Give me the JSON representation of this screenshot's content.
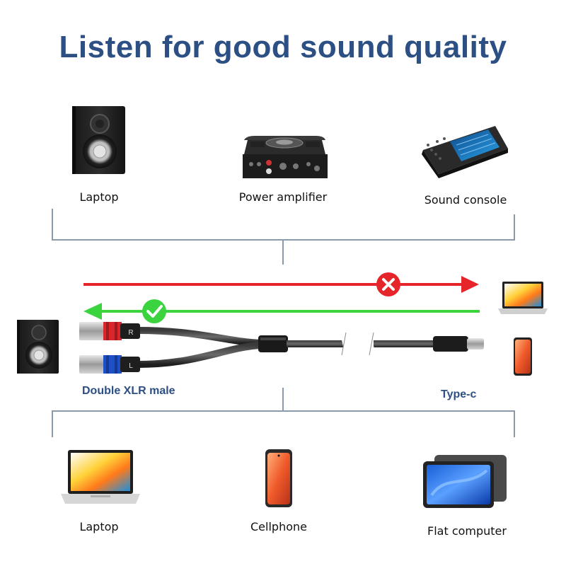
{
  "title": "Listen for good sound quality",
  "top_devices": [
    {
      "label": "Laptop",
      "icon": "studio-speaker-icon"
    },
    {
      "label": "Power amplifier",
      "icon": "power-amplifier-icon"
    },
    {
      "label": "Sound console",
      "icon": "sound-console-icon"
    }
  ],
  "bottom_devices": [
    {
      "label": "Laptop",
      "icon": "laptop-icon"
    },
    {
      "label": "Cellphone",
      "icon": "cellphone-icon"
    },
    {
      "label": "Flat computer",
      "icon": "tablet-icon"
    }
  ],
  "cable": {
    "left_label": "Double XLR male",
    "right_label": "Type-c",
    "plug_marks": [
      "R",
      "L"
    ]
  },
  "colors": {
    "title": "#2c4f84",
    "red_arrow": "#e5252a",
    "green_arrow": "#3bd43f",
    "xlr_red": "#d8262c",
    "xlr_blue": "#1e4fc4"
  }
}
